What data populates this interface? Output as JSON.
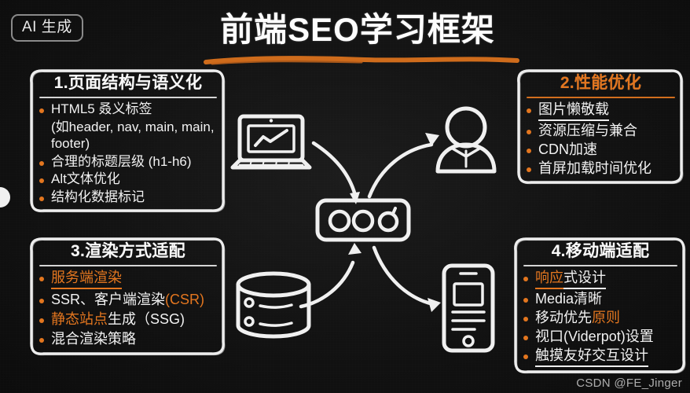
{
  "badge": {
    "label": "AI 生成"
  },
  "header": {
    "title": "前端SEO学习框架"
  },
  "colors": {
    "accent_orange": "#E3761F",
    "background": "#141414",
    "text_white": "#F2F2F2"
  },
  "panels": [
    {
      "id": "panel-1",
      "title": "1.页面结构与语义化",
      "title_accent": false,
      "divider_accent": false,
      "items": [
        {
          "parts": [
            {
              "text": "HTML5 叒义标签",
              "color": "white",
              "underline": false
            }
          ],
          "wrap": true
        },
        {
          "parts": [
            {
              "text": "(如header, nav, main, main, footer)",
              "color": "white",
              "underline": false
            }
          ],
          "wrap": true,
          "continuation": true
        },
        {
          "parts": [
            {
              "text": "合理的标题层级 (h1-h6)",
              "color": "white",
              "underline": false
            }
          ]
        },
        {
          "parts": [
            {
              "text": "Alt文体优化",
              "color": "white",
              "underline": false
            }
          ]
        },
        {
          "parts": [
            {
              "text": "结构化数据标记",
              "color": "white",
              "underline": false
            }
          ]
        }
      ]
    },
    {
      "id": "panel-2",
      "title": "2.性能优化",
      "title_accent": true,
      "divider_accent": true,
      "items": [
        {
          "parts": [
            {
              "text": "图片懒敬载",
              "color": "white",
              "underline": true
            }
          ]
        },
        {
          "parts": [
            {
              "text": "资源压缩与兼合",
              "color": "white",
              "underline": false
            }
          ]
        },
        {
          "parts": [
            {
              "text": "CDN加速",
              "color": "white",
              "underline": false
            }
          ]
        },
        {
          "parts": [
            {
              "text": "首屏加载时间优化",
              "color": "white",
              "underline": false
            }
          ]
        }
      ]
    },
    {
      "id": "panel-3",
      "title": "3.渲染方式适配",
      "title_accent": false,
      "divider_accent": false,
      "items": [
        {
          "parts": [
            {
              "text": "服务端渲染",
              "color": "orange",
              "underline": true
            }
          ]
        },
        {
          "parts": [
            {
              "text": "SSR、客户端渲染",
              "color": "white",
              "underline": false
            },
            {
              "text": "(CSR)",
              "color": "orange",
              "underline": false
            }
          ]
        },
        {
          "parts": [
            {
              "text": "静态站点",
              "color": "orange",
              "underline": false
            },
            {
              "text": "生成（SSG)",
              "color": "white",
              "underline": false
            }
          ]
        },
        {
          "parts": [
            {
              "text": "混合渲染策略",
              "color": "white",
              "underline": false
            }
          ]
        }
      ]
    },
    {
      "id": "panel-4",
      "title": "4.移动端适配",
      "title_accent": false,
      "divider_accent": false,
      "items": [
        {
          "parts": [
            {
              "text": "响应",
              "color": "orange",
              "underline": true
            },
            {
              "text": "式设计",
              "color": "white",
              "underline": true
            }
          ]
        },
        {
          "parts": [
            {
              "text": "Media清晰",
              "color": "white",
              "underline": false
            }
          ]
        },
        {
          "parts": [
            {
              "text": "移动优先",
              "color": "white",
              "underline": false
            },
            {
              "text": "原则",
              "color": "orange",
              "underline": false
            }
          ]
        },
        {
          "parts": [
            {
              "text": "视口(Viderpot)设置",
              "color": "white",
              "underline": false
            }
          ]
        },
        {
          "parts": [
            {
              "text": "触摸友好交互设计",
              "color": "white",
              "underline": true
            }
          ]
        }
      ]
    }
  ],
  "graphics": {
    "icons": [
      {
        "name": "laptop-chart-icon",
        "label": "laptop with line chart"
      },
      {
        "name": "user-avatar-icon",
        "label": "user person"
      },
      {
        "name": "server-rack-icon",
        "label": "server box with three circles"
      },
      {
        "name": "database-icon",
        "label": "database cylinder"
      },
      {
        "name": "smartphone-icon",
        "label": "mobile phone"
      }
    ],
    "arrows": [
      {
        "name": "arrow-laptop-to-server"
      },
      {
        "name": "arrow-server-to-user"
      },
      {
        "name": "arrow-database-to-server"
      },
      {
        "name": "arrow-server-to-phone"
      }
    ]
  },
  "watermark": {
    "text": "CSDN @FE_Jinger"
  }
}
